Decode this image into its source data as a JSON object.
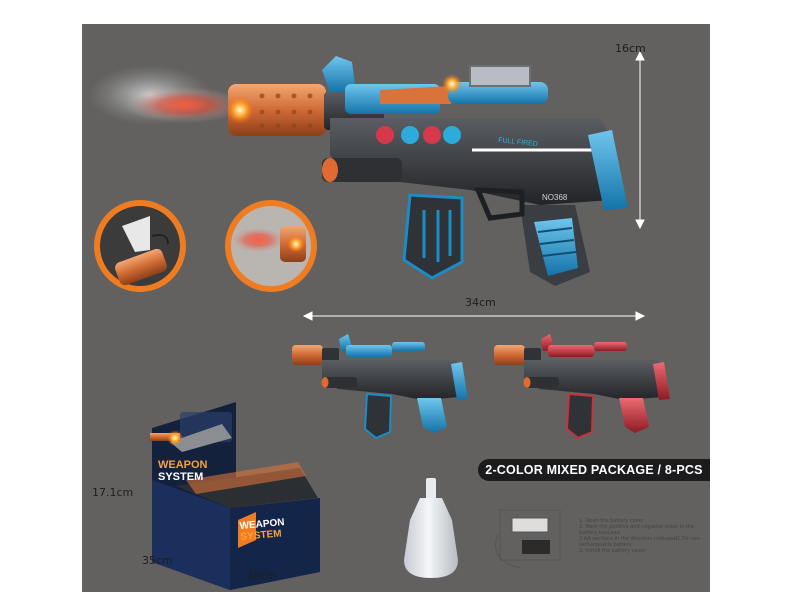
{
  "dimensions": {
    "height_gun": "16cm",
    "length_gun": "34cm",
    "box_height": "17.1cm",
    "box_depth": "35cm",
    "box_width": "36cm"
  },
  "gun": {
    "side_text": "FULL FIRED",
    "model_text": "NO368"
  },
  "box": {
    "front_title_line1": "WEAPON",
    "front_title_line2": "SYSTEM",
    "top_title_line1": "WEAPON",
    "top_title_line2": "SYSTEM"
  },
  "package_banner": "2-COLOR MIXED PACKAGE / 8-PCS",
  "battery_instructions": [
    "1. Open the battery cover",
    "2. Mark the positive and negative poles in the battery boxLoad",
    "3 AA sections in the direction indicated1.5V non-rechargeable battery.",
    "3. Install the battery cover"
  ],
  "colors": {
    "background": "#626160",
    "variant_blue": "#1e9bd7",
    "variant_red": "#c8323c",
    "barrel_copper": "#d9733a",
    "banner": "#1b1b1d"
  }
}
